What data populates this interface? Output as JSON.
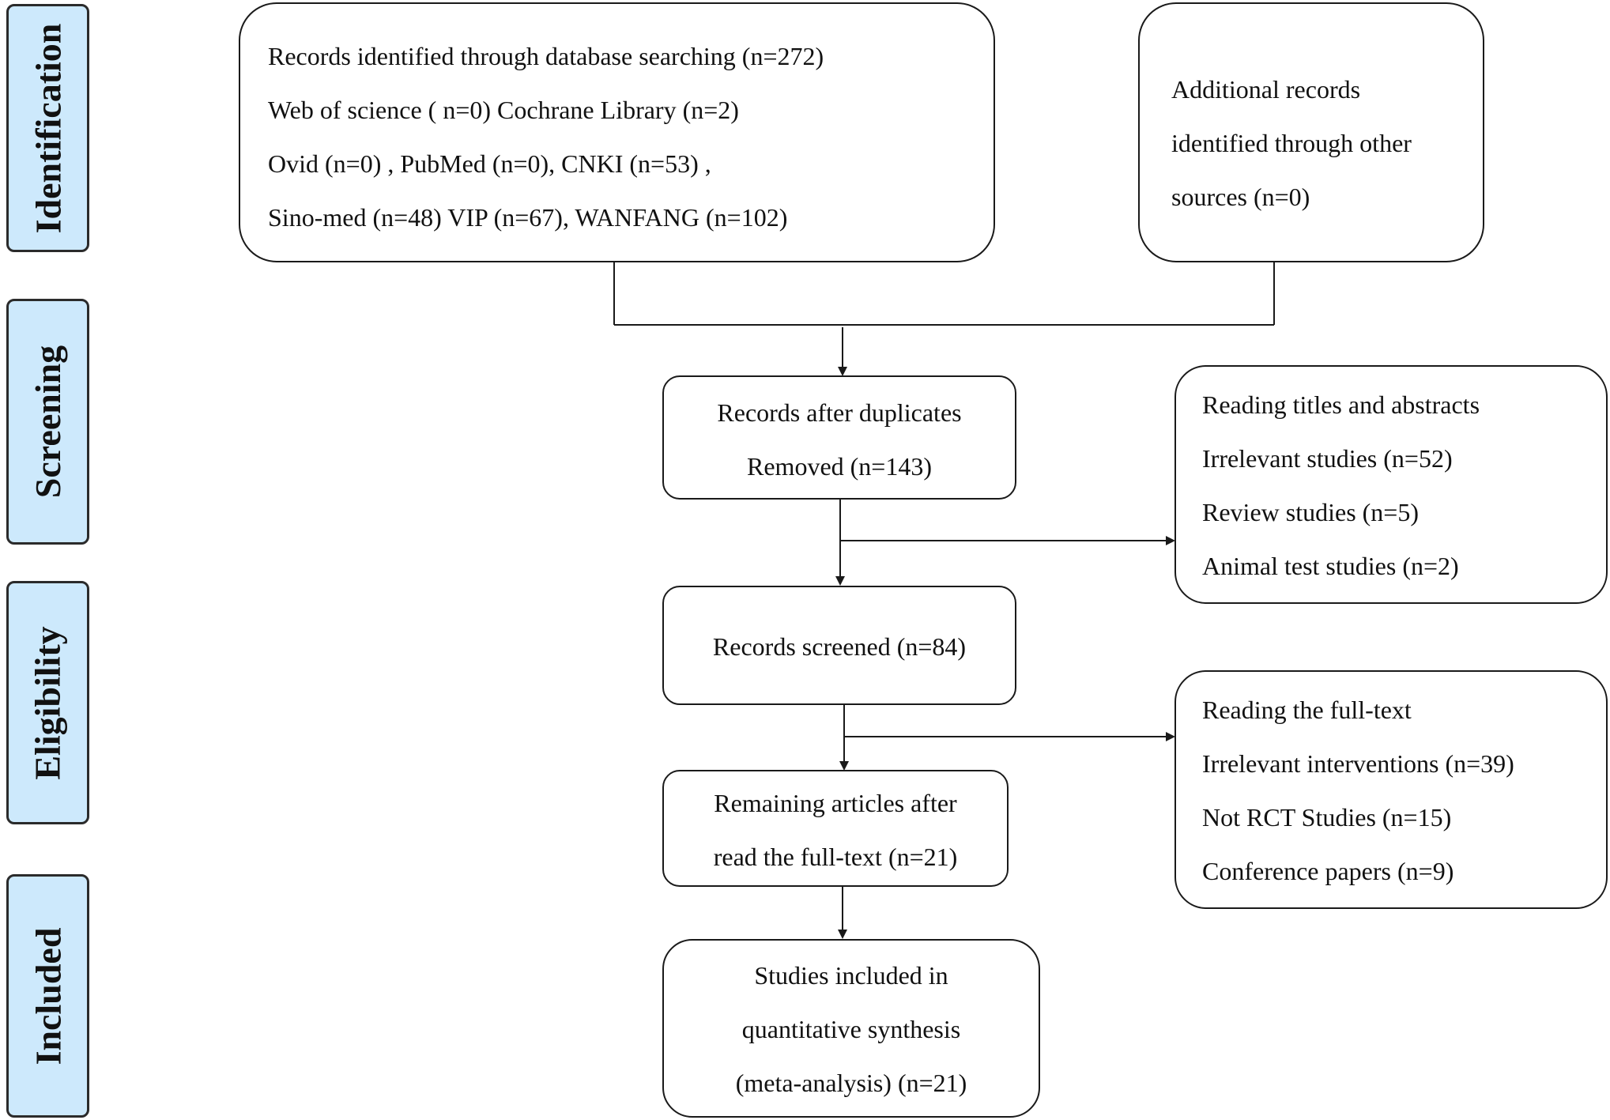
{
  "phases": {
    "identification": "Identification",
    "screening": "Screening",
    "eligibility": "Eligibility",
    "included": "Included"
  },
  "boxes": {
    "database_search": [
      "Records identified through database searching (n=272)",
      "Web of science ( n=0)   Cochrane Library (n=2)",
      "Ovid (n=0) , PubMed (n=0),   CNKI (n=53) ,",
      "Sino-med (n=48)  VIP (n=67), WANFANG (n=102)"
    ],
    "other_sources": [
      "Additional records",
      "identified through other",
      "sources (n=0)"
    ],
    "after_duplicates": [
      "Records after duplicates",
      "Removed (n=143)"
    ],
    "title_abstract_exclusions": [
      "Reading titles and abstracts",
      "Irrelevant studies (n=52)",
      "Review studies (n=5)",
      "Animal test studies (n=2)"
    ],
    "screened": [
      "Records screened (n=84)"
    ],
    "fulltext_exclusions": [
      "Reading  the full-text",
      "Irrelevant interventions (n=39)",
      "Not RCT Studies (n=15)",
      "Conference papers (n=9)"
    ],
    "remaining": [
      "Remaining articles after",
      "read the full-text (n=21)"
    ],
    "included": [
      "Studies included in",
      "quantitative synthesis",
      "(meta-analysis) (n=21)"
    ]
  },
  "colors": {
    "phase_fill": "#cde9fc",
    "stroke": "#1a1a1a",
    "text": "#111111"
  }
}
